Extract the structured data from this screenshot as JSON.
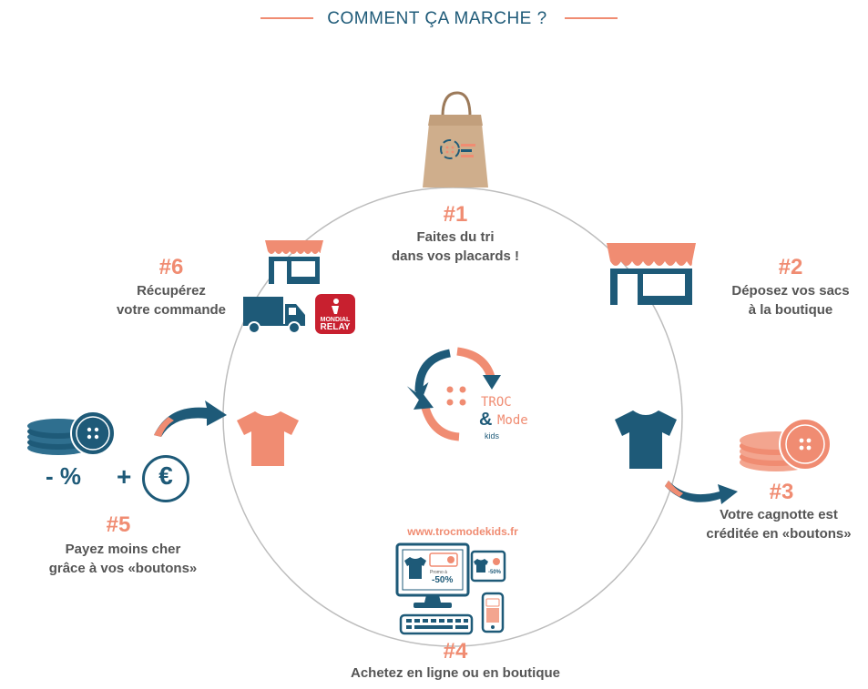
{
  "header": {
    "title": "COMMENT ÇA MARCHE ?"
  },
  "steps": {
    "s1": {
      "number": "#1",
      "line1": "Faites du tri",
      "line2": "dans vos placards !"
    },
    "s2": {
      "number": "#2",
      "line1": "Déposez vos sacs",
      "line2": "à la boutique"
    },
    "s3": {
      "number": "#3",
      "line1": "Votre cagnotte est",
      "line2": "créditée en «boutons»"
    },
    "s4": {
      "number": "#4",
      "line1": "Achetez en ligne ou en boutique",
      "url": "www.trocmodekids.fr"
    },
    "s5": {
      "number": "#5",
      "line1": "Payez moins cher",
      "line2": "grâce à vos «boutons»",
      "minus_percent": "- %",
      "plus": "+",
      "euro": "€"
    },
    "s6": {
      "number": "#6",
      "line1": "Récupérez",
      "line2": "votre commande",
      "relay_top": "MONDIAL",
      "relay_bottom": "RELAY"
    }
  },
  "logo": {
    "word1": "TROC",
    "amp": "&",
    "word2": "Mode",
    "sub": "kids"
  },
  "screens": {
    "promo": "-50%",
    "promo_small": "Promo à"
  },
  "colors": {
    "orange": "#f08c72",
    "blue": "#1e5a78",
    "text": "#555555",
    "relay": "#c8202f"
  }
}
